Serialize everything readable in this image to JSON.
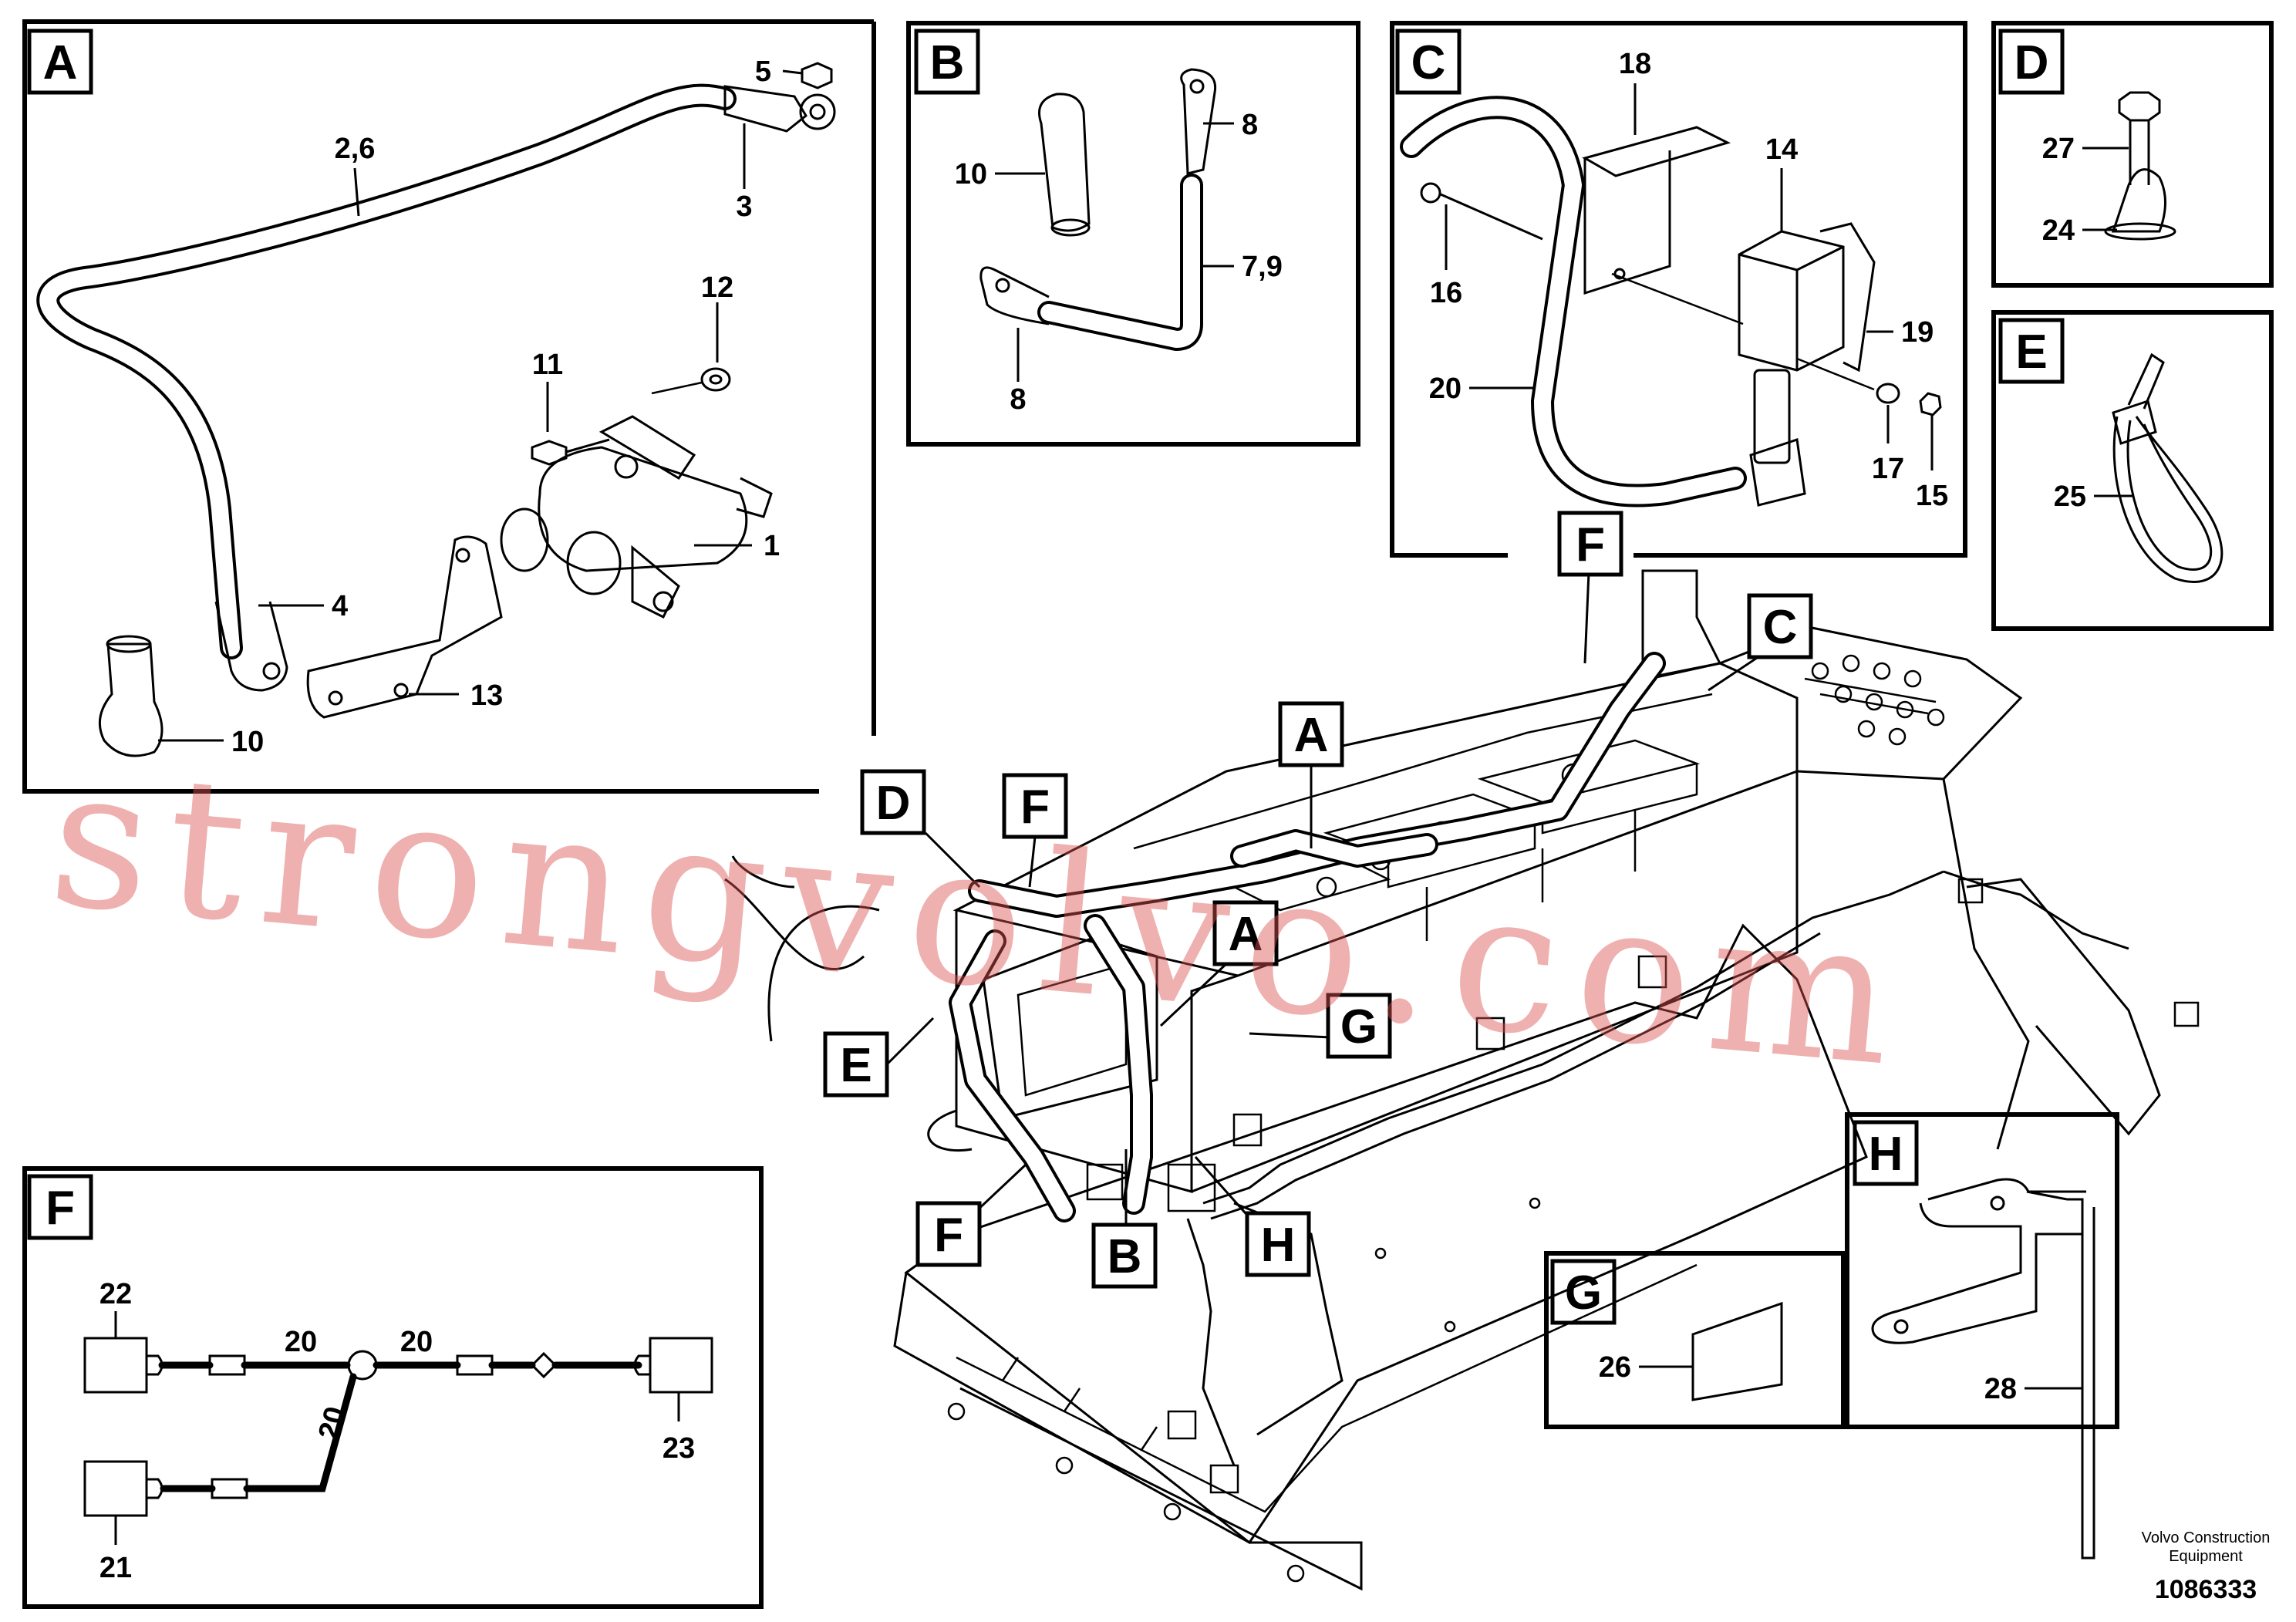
{
  "watermark": "strongvolvo.com",
  "detail_letters": {
    "A": "A",
    "B": "B",
    "C": "C",
    "D": "D",
    "E": "E",
    "F": "F",
    "G": "G",
    "H": "H"
  },
  "panel_a": {
    "letter": "A",
    "labels": {
      "p5": "5",
      "p26": "2,6",
      "p3": "3",
      "p12": "12",
      "p11": "11",
      "p1": "1",
      "p4": "4",
      "p13": "13",
      "p10": "10"
    }
  },
  "panel_b": {
    "letter": "B",
    "labels": {
      "p8a": "8",
      "p10": "10",
      "p79": "7,9",
      "p8b": "8"
    }
  },
  "panel_c": {
    "letter": "C",
    "labels": {
      "p18": "18",
      "p14": "14",
      "p16": "16",
      "p19": "19",
      "p20": "20",
      "p17": "17",
      "p15": "15"
    }
  },
  "panel_d": {
    "letter": "D",
    "labels": {
      "p27": "27",
      "p24": "24"
    }
  },
  "panel_e": {
    "letter": "E",
    "labels": {
      "p25": "25"
    }
  },
  "panel_f": {
    "letter": "F",
    "labels": {
      "p22": "22",
      "p20a": "20",
      "p20b": "20",
      "p20c": "20",
      "p23": "23",
      "p21": "21"
    }
  },
  "panel_g": {
    "letter": "G",
    "labels": {
      "p26": "26"
    }
  },
  "panel_h": {
    "letter": "H",
    "labels": {
      "p28": "28"
    }
  },
  "footer": {
    "line1": "Volvo Construction",
    "line2": "Equipment",
    "doc_number": "1086333"
  }
}
